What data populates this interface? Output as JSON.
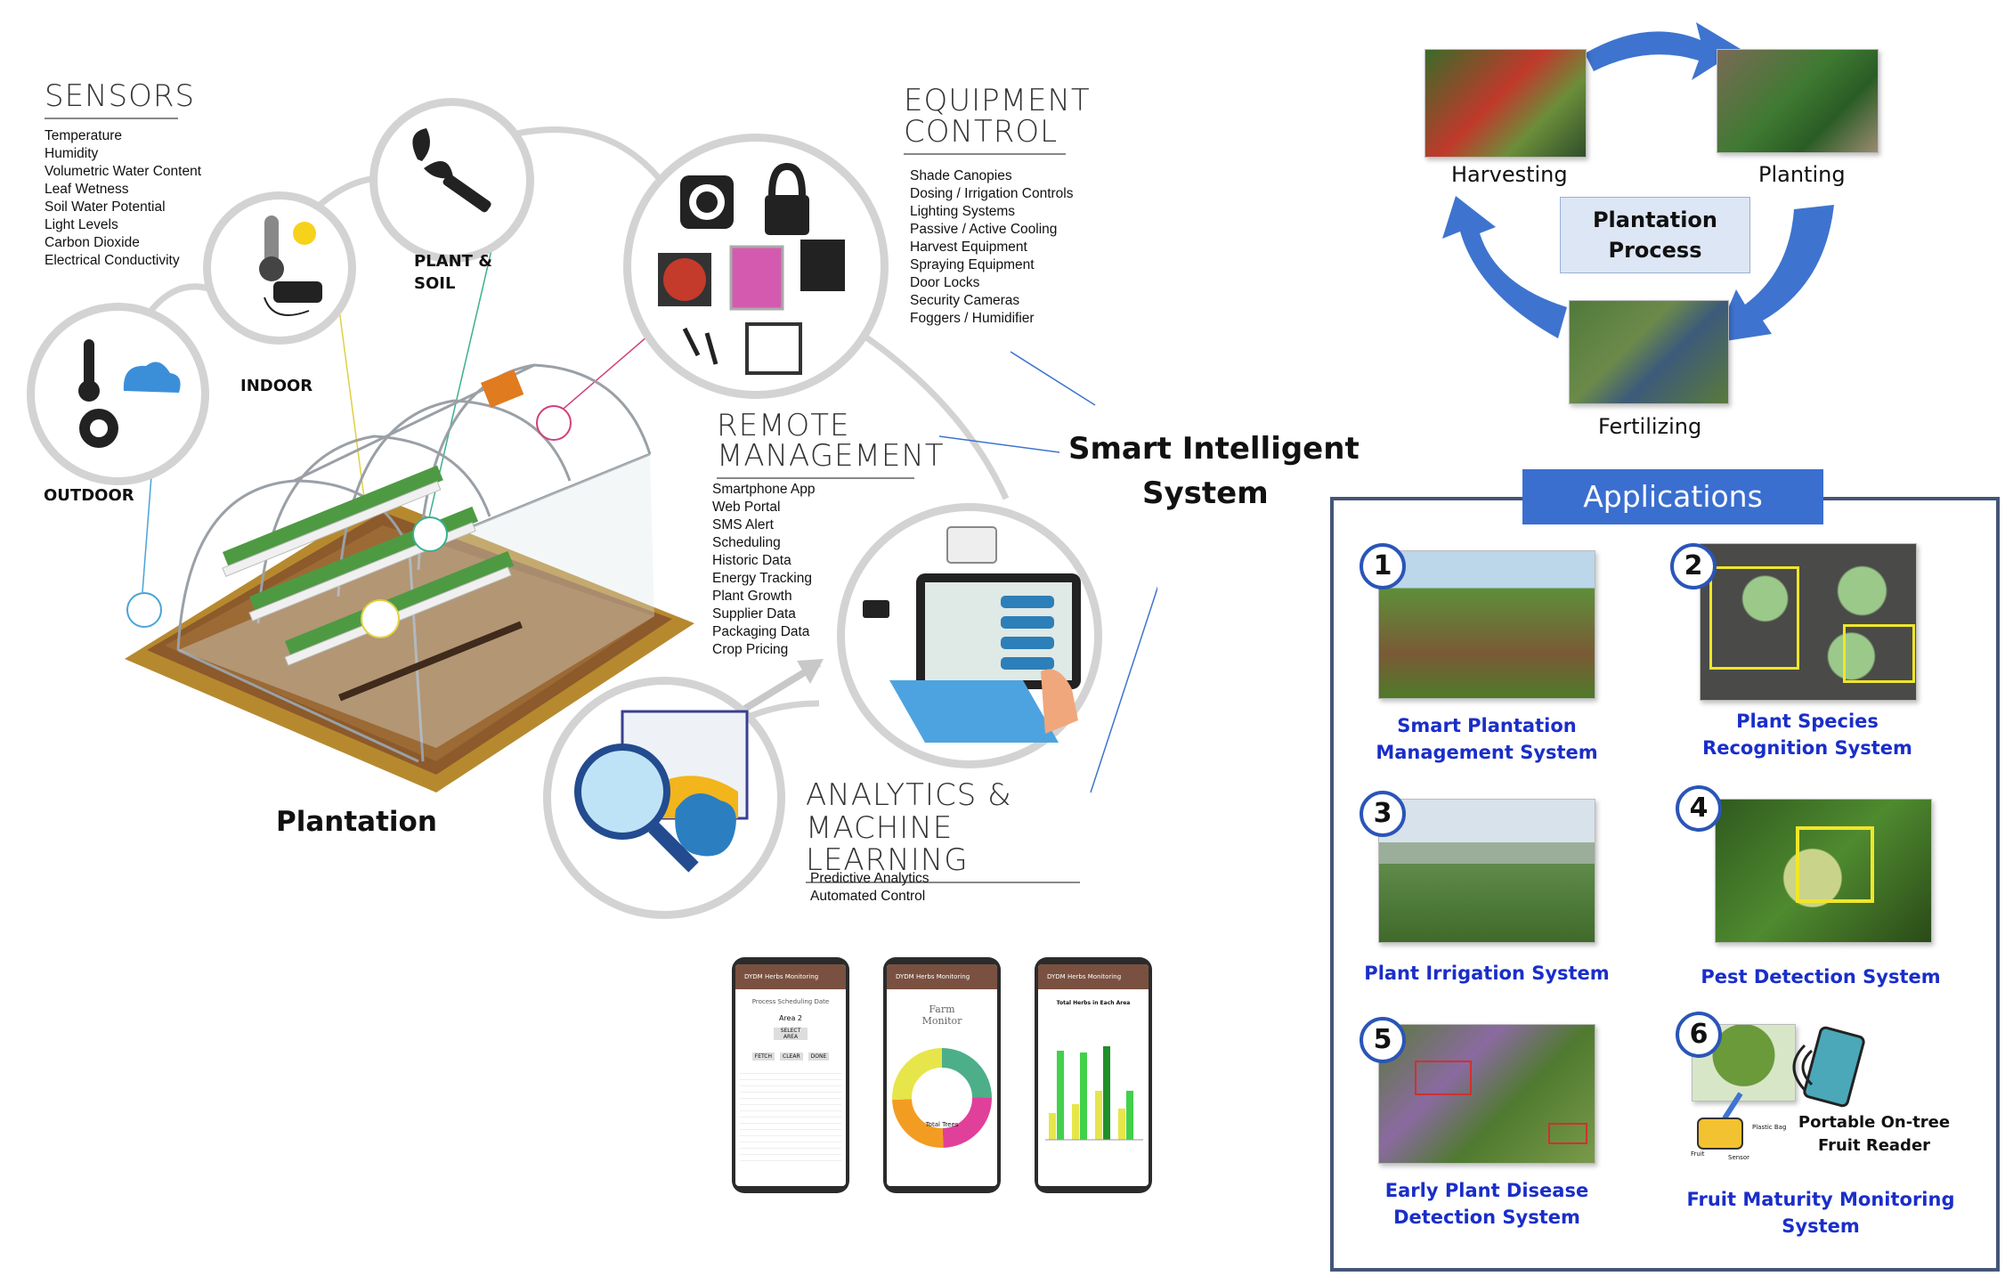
{
  "sensors": {
    "heading": "SENSORS",
    "items": [
      "Temperature",
      "Humidity",
      "Volumetric Water Content",
      "Leaf Wetness",
      "Soil Water Potential",
      "Light Levels",
      "Carbon Dioxide",
      "Electrical Conductivity"
    ]
  },
  "labels": {
    "outdoor": "OUTDOOR",
    "indoor": "INDOOR",
    "plant_soil_1": "PLANT &",
    "plant_soil_2": "SOIL",
    "plantation": "Plantation",
    "smart_1": "Smart Intelligent",
    "smart_2": "System"
  },
  "equipment": {
    "heading_1": "EQUIPMENT",
    "heading_2": "CONTROL",
    "items": [
      "Shade Canopies",
      "Dosing / Irrigation Controls",
      "Lighting Systems",
      "Passive / Active Cooling",
      "Harvest Equipment",
      "Spraying Equipment",
      "Door Locks",
      "Security Cameras",
      "Foggers / Humidifier"
    ]
  },
  "remote": {
    "heading_1": "REMOTE",
    "heading_2": "MANAGEMENT",
    "items": [
      "Smartphone App",
      "Web Portal",
      "SMS Alert",
      "Scheduling",
      "Historic Data",
      "Energy Tracking",
      "Plant Growth",
      "Supplier Data",
      "Packaging Data",
      "Crop Pricing"
    ]
  },
  "analytics": {
    "heading_1": "ANALYTICS &",
    "heading_2": "MACHINE LEARNING",
    "items": [
      "Predictive Analytics",
      "Automated Control"
    ]
  },
  "process": {
    "center_1": "Plantation",
    "center_2": "Process",
    "harvesting": "Harvesting",
    "planting": "Planting",
    "fertilizing": "Fertilizing"
  },
  "applications": {
    "title": "Applications",
    "items": [
      {
        "num": "1",
        "line1": "Smart Plantation",
        "line2": "Management System"
      },
      {
        "num": "2",
        "line1": "Plant Species",
        "line2": "Recognition System"
      },
      {
        "num": "3",
        "line1": "Plant Irrigation System",
        "line2": ""
      },
      {
        "num": "4",
        "line1": "Pest Detection System",
        "line2": ""
      },
      {
        "num": "5",
        "line1": "Early Plant Disease",
        "line2": "Detection System"
      },
      {
        "num": "6",
        "line1": "Fruit Maturity Monitoring",
        "line2": "System"
      }
    ],
    "reader_1": "Portable On-tree",
    "reader_2": "Fruit Reader",
    "plastic_bag": "Plastic Bag",
    "fruit": "Fruit",
    "sensor": "Sensor"
  },
  "phones": {
    "app_name": "DYDM Herbs Monitoring",
    "p1_title": "Process Scheduling Date",
    "p1_area": "Area 2",
    "p1_select": "SELECT AREA",
    "p1_fetch": "FETCH",
    "p1_clear": "CLEAR",
    "p1_done": "DONE",
    "p2_title_1": "Farm",
    "p2_title_2": "Monitor",
    "p2_center": "Total Trees",
    "p3_title": "Total Herbs in Each Area"
  },
  "colors": {
    "app_blue": "#1a2ec9",
    "badge_blue": "#2a55b8",
    "header_blue": "#3a6fd0",
    "arrow_blue": "#3e74cf",
    "circle_grey": "#d3d3d3"
  }
}
